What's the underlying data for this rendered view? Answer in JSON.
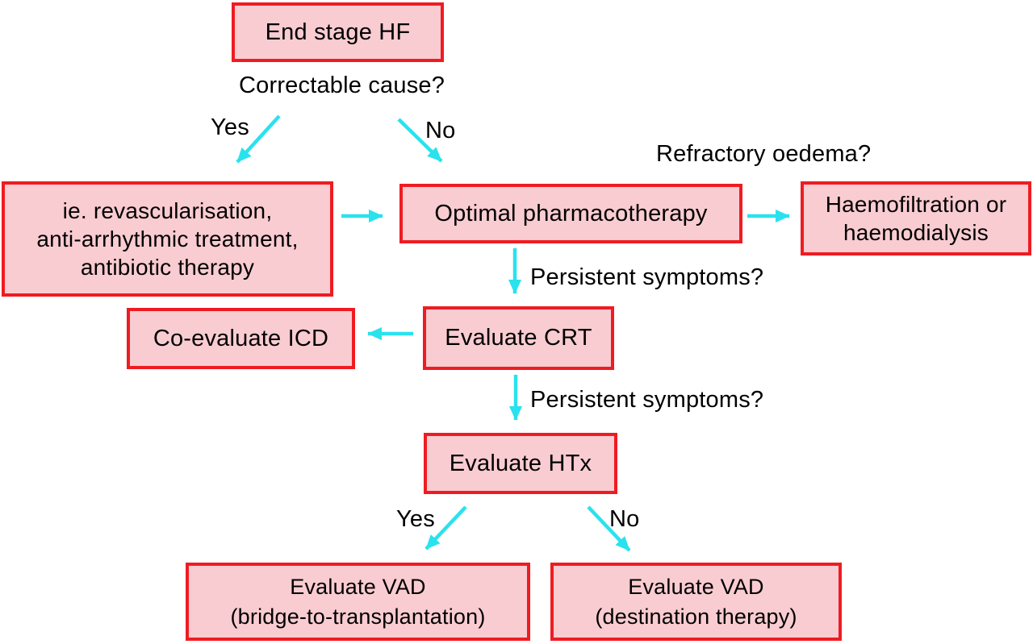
{
  "diagram": {
    "type": "flowchart",
    "topic": "End stage heart failure treatment pathway",
    "colors": {
      "box_fill": "#f9ccd1",
      "box_border": "#ee1c22",
      "arrow": "#29e2ee",
      "text": "#000000",
      "background": "#ffffff"
    },
    "nodes": {
      "end_stage_hf": {
        "label": "End stage HF"
      },
      "revascularisation": {
        "lines": [
          "ie. revascularisation,",
          "anti-arrhythmic treatment,",
          "antibiotic therapy"
        ]
      },
      "optimal_pharmacotherapy": {
        "label": "Optimal pharmacotherapy"
      },
      "haemofiltration": {
        "lines": [
          "Haemofiltration or",
          "haemodialysis"
        ]
      },
      "co_evaluate_icd": {
        "label": "Co-evaluate ICD"
      },
      "evaluate_crt": {
        "label": "Evaluate CRT"
      },
      "evaluate_htx": {
        "label": "Evaluate HTx"
      },
      "vad_bridge": {
        "lines": [
          "Evaluate VAD",
          "(bridge-to-transplantation)"
        ]
      },
      "vad_destination": {
        "lines": [
          "Evaluate VAD",
          "(destination therapy)"
        ]
      }
    },
    "labels": {
      "correctable_cause": "Correctable cause?",
      "yes_top": "Yes",
      "no_top": "No",
      "refractory_oedema": "Refractory oedema?",
      "persistent_symptoms_1": "Persistent symptoms?",
      "persistent_symptoms_2": "Persistent symptoms?",
      "yes_bottom": "Yes",
      "no_bottom": "No"
    },
    "edges": [
      {
        "from": "End stage HF",
        "question": "Correctable cause?",
        "answer": "Yes",
        "to": "ie. revascularisation, anti-arrhythmic treatment, antibiotic therapy"
      },
      {
        "from": "End stage HF",
        "question": "Correctable cause?",
        "answer": "No",
        "to": "Optimal pharmacotherapy"
      },
      {
        "from": "ie. revascularisation, anti-arrhythmic treatment, antibiotic therapy",
        "to": "Optimal pharmacotherapy"
      },
      {
        "from": "Optimal pharmacotherapy",
        "question": "Refractory oedema?",
        "to": "Haemofiltration or haemodialysis"
      },
      {
        "from": "Optimal pharmacotherapy",
        "question": "Persistent symptoms?",
        "to": "Evaluate CRT"
      },
      {
        "from": "Evaluate CRT",
        "to": "Co-evaluate ICD"
      },
      {
        "from": "Evaluate CRT",
        "question": "Persistent symptoms?",
        "to": "Evaluate HTx"
      },
      {
        "from": "Evaluate HTx",
        "answer": "Yes",
        "to": "Evaluate VAD (bridge-to-transplantation)"
      },
      {
        "from": "Evaluate HTx",
        "answer": "No",
        "to": "Evaluate VAD (destination therapy)"
      }
    ]
  }
}
